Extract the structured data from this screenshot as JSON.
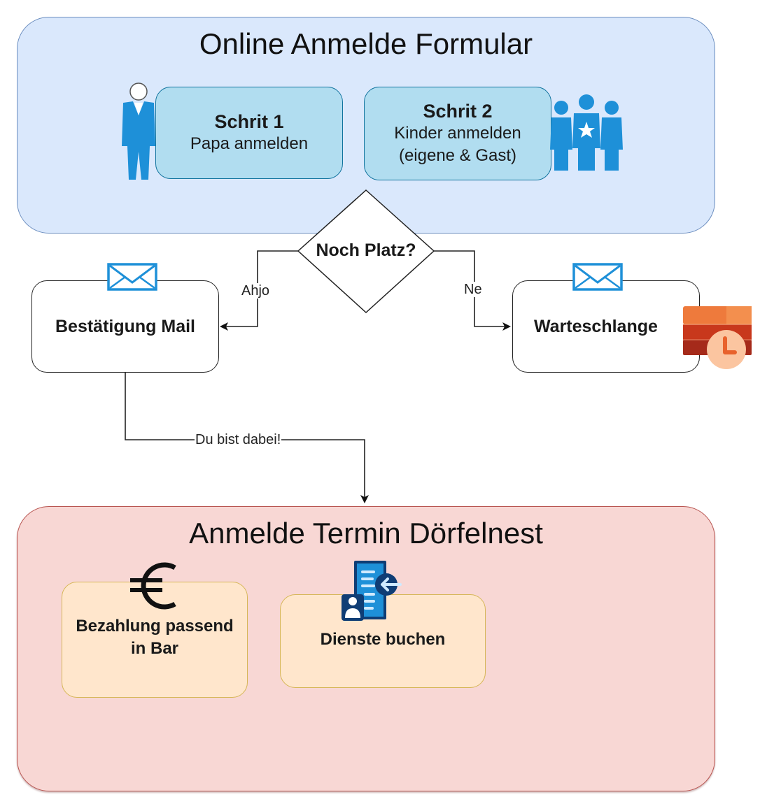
{
  "diagram": {
    "top_container": {
      "title": "Online Anmelde Formular",
      "fill_color": "#dae8fc",
      "border_color": "#6c8ebf"
    },
    "step1": {
      "title": "Schrit 1",
      "subtitle": "Papa anmelden",
      "icon": "person-icon"
    },
    "step2": {
      "title": "Schrit 2",
      "line1": "Kinder anmelden",
      "line2": "(eigene & Gast)",
      "icon": "group-icon"
    },
    "decision": {
      "label": "Noch Platz?"
    },
    "edges": {
      "yes": "Ahjo",
      "no": "Ne",
      "confirm": "Du bist dabei!"
    },
    "confirm_box": {
      "label": "Bestätigung Mail",
      "icon": "mail-icon"
    },
    "wait_box": {
      "label": "Warteschlange",
      "icons": [
        "mail-icon",
        "queue-clock-icon"
      ]
    },
    "bottom_container": {
      "title": "Anmelde Termin Dörfelnest",
      "fill_color": "#f8d7d4",
      "border_color": "#b85450"
    },
    "pay_box": {
      "line1": "Bezahlung passend",
      "line2": "in Bar",
      "icon": "euro-icon"
    },
    "services_box": {
      "label": "Dienste buchen",
      "icon": "service-booking-icon"
    },
    "colors": {
      "step_fill": "#b1ddf0",
      "step_border": "#10739e",
      "task_fill": "#ffe6cc",
      "task_border": "#d6b656",
      "icon_blue": "#1e90d8",
      "icon_orange": "#e8622c"
    }
  }
}
